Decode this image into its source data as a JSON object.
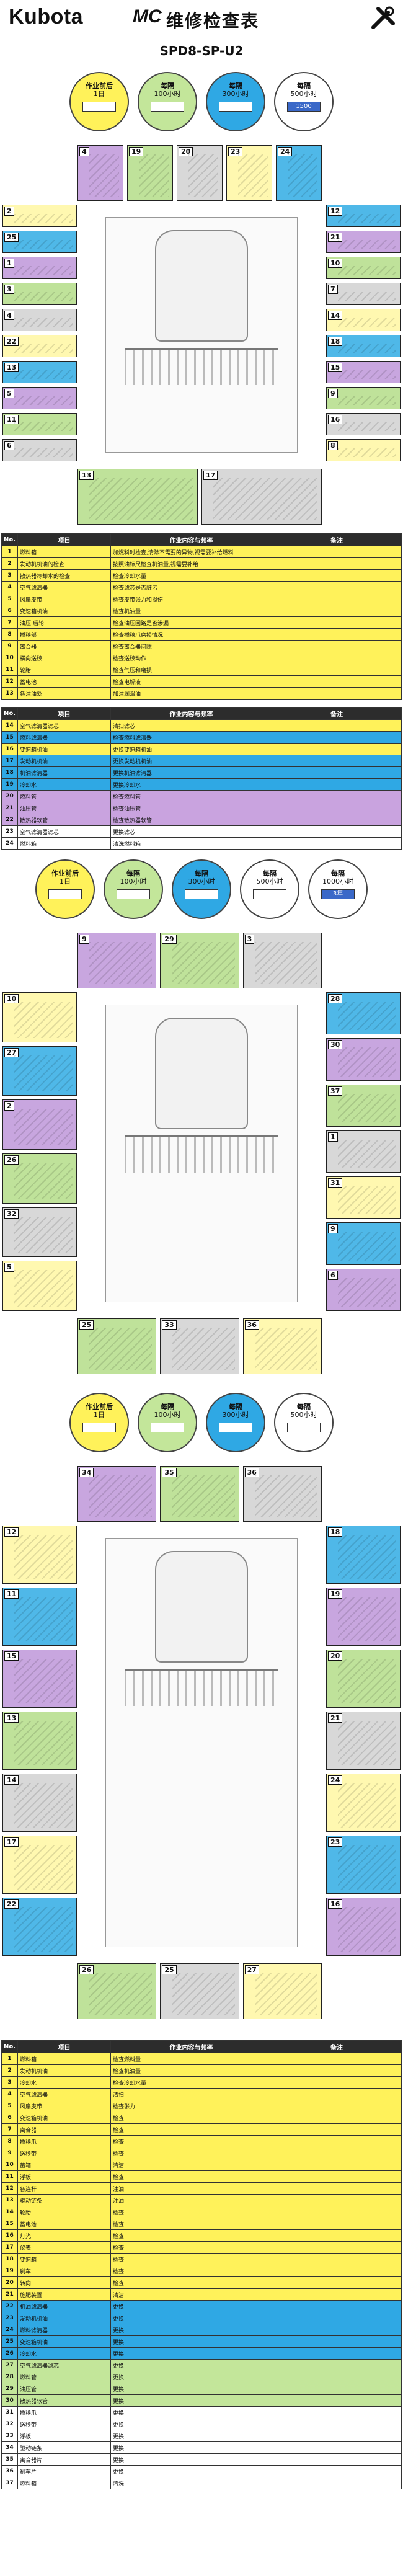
{
  "header": {
    "brand": "Kubota",
    "mark": "MC",
    "title": "维修检查表",
    "model": "SPD8-SP-U2"
  },
  "intervals": {
    "first": [
      {
        "top": "作业前后",
        "mid": "1日",
        "box": ""
      },
      {
        "top": "每隔",
        "mid": "100小时",
        "box": ""
      },
      {
        "top": "每隔",
        "mid": "300小时",
        "box": ""
      },
      {
        "top": "每隔",
        "mid": "500小时",
        "box": "1500"
      }
    ],
    "second": [
      {
        "top": "作业前后",
        "mid": "1日",
        "box": ""
      },
      {
        "top": "每隔",
        "mid": "100小时",
        "box": ""
      },
      {
        "top": "每隔",
        "mid": "300小时",
        "box": ""
      },
      {
        "top": "每隔",
        "mid": "500小时",
        "box": ""
      },
      {
        "top": "每隔",
        "mid": "1000小时",
        "box": "3年"
      }
    ],
    "third": [
      {
        "top": "作业前后",
        "mid": "1日",
        "box": ""
      },
      {
        "top": "每隔",
        "mid": "100小时",
        "box": ""
      },
      {
        "top": "每隔",
        "mid": "300小时",
        "box": ""
      },
      {
        "top": "每隔",
        "mid": "500小时",
        "box": ""
      }
    ]
  },
  "table_headers": [
    "No.",
    "项目",
    "作业内容与频率",
    "备注"
  ],
  "table1": [
    {
      "n": "1",
      "item": "燃料箱",
      "work": "加燃料时检查,清除不需要的异物,视需要补给燃料",
      "note": "",
      "c": "y"
    },
    {
      "n": "2",
      "item": "发动机机油的检查",
      "work": "按照油标尺检查机油量,视需要补给",
      "note": "",
      "c": "y"
    },
    {
      "n": "3",
      "item": "散热器冷却水的检查",
      "work": "检查冷却水量",
      "note": "",
      "c": "y"
    },
    {
      "n": "4",
      "item": "空气滤清器",
      "work": "检查滤芯是否脏污",
      "note": "",
      "c": "y"
    },
    {
      "n": "5",
      "item": "风扇皮带",
      "work": "检查皮带张力和损伤",
      "note": "",
      "c": "y"
    },
    {
      "n": "6",
      "item": "变速箱机油",
      "work": "检查机油量",
      "note": "",
      "c": "y"
    },
    {
      "n": "7",
      "item": "油压·后轮",
      "work": "检查油压回路是否渗漏",
      "note": "",
      "c": "y"
    },
    {
      "n": "8",
      "item": "插秧部",
      "work": "检查插秧爪磨损情况",
      "note": "",
      "c": "y"
    },
    {
      "n": "9",
      "item": "离合器",
      "work": "检查离合器间隙",
      "note": "",
      "c": "y"
    },
    {
      "n": "10",
      "item": "横向送秧",
      "work": "检查送秧动作",
      "note": "",
      "c": "y"
    },
    {
      "n": "11",
      "item": "轮胎",
      "work": "检查气压和磨损",
      "note": "",
      "c": "y"
    },
    {
      "n": "12",
      "item": "蓄电池",
      "work": "检查电解液",
      "note": "",
      "c": "y"
    },
    {
      "n": "13",
      "item": "各注油处",
      "work": "加注润滑油",
      "note": "",
      "c": "y"
    }
  ],
  "table2": [
    {
      "n": "14",
      "item": "空气滤清器滤芯",
      "work": "清扫滤芯",
      "note": "",
      "c": "y"
    },
    {
      "n": "15",
      "item": "燃料滤清器",
      "work": "检查燃料滤清器",
      "note": "",
      "c": "b"
    },
    {
      "n": "16",
      "item": "变速箱机油",
      "work": "更换变速箱机油",
      "note": "",
      "c": "y"
    },
    {
      "n": "17",
      "item": "发动机机油",
      "work": "更换发动机机油",
      "note": "",
      "c": "b"
    },
    {
      "n": "18",
      "item": "机油滤清器",
      "work": "更换机油滤清器",
      "note": "",
      "c": "b"
    },
    {
      "n": "19",
      "item": "冷却水",
      "work": "更换冷却水",
      "note": "",
      "c": "b"
    },
    {
      "n": "20",
      "item": "燃料管",
      "work": "检查燃料管",
      "note": "",
      "c": "p"
    },
    {
      "n": "21",
      "item": "油压管",
      "work": "检查油压管",
      "note": "",
      "c": "p"
    },
    {
      "n": "22",
      "item": "散热器软管",
      "work": "检查散热器软管",
      "note": "",
      "c": "p"
    },
    {
      "n": "23",
      "item": "空气滤清器滤芯",
      "work": "更换滤芯",
      "note": "",
      "c": "w2"
    },
    {
      "n": "24",
      "item": "燃料箱",
      "work": "清洗燃料箱",
      "note": "",
      "c": "w2"
    }
  ],
  "table3": [
    {
      "n": "1",
      "item": "燃料箱",
      "work": "检查燃料量",
      "note": "",
      "c": "y"
    },
    {
      "n": "2",
      "item": "发动机机油",
      "work": "检查机油量",
      "note": "",
      "c": "y"
    },
    {
      "n": "3",
      "item": "冷却水",
      "work": "检查冷却水量",
      "note": "",
      "c": "y"
    },
    {
      "n": "4",
      "item": "空气滤清器",
      "work": "清扫",
      "note": "",
      "c": "y"
    },
    {
      "n": "5",
      "item": "风扇皮带",
      "work": "检查张力",
      "note": "",
      "c": "y"
    },
    {
      "n": "6",
      "item": "变速箱机油",
      "work": "检查",
      "note": "",
      "c": "y"
    },
    {
      "n": "7",
      "item": "离合器",
      "work": "检查",
      "note": "",
      "c": "y"
    },
    {
      "n": "8",
      "item": "插秧爪",
      "work": "检查",
      "note": "",
      "c": "y"
    },
    {
      "n": "9",
      "item": "送秧带",
      "work": "检查",
      "note": "",
      "c": "y"
    },
    {
      "n": "10",
      "item": "苗箱",
      "work": "清洁",
      "note": "",
      "c": "y"
    },
    {
      "n": "11",
      "item": "浮板",
      "work": "检查",
      "note": "",
      "c": "y"
    },
    {
      "n": "12",
      "item": "各连杆",
      "work": "注油",
      "note": "",
      "c": "y"
    },
    {
      "n": "13",
      "item": "驱动链条",
      "work": "注油",
      "note": "",
      "c": "y"
    },
    {
      "n": "14",
      "item": "轮胎",
      "work": "检查",
      "note": "",
      "c": "y"
    },
    {
      "n": "15",
      "item": "蓄电池",
      "work": "检查",
      "note": "",
      "c": "y"
    },
    {
      "n": "16",
      "item": "灯光",
      "work": "检查",
      "note": "",
      "c": "y"
    },
    {
      "n": "17",
      "item": "仪表",
      "work": "检查",
      "note": "",
      "c": "y"
    },
    {
      "n": "18",
      "item": "变速箱",
      "work": "检查",
      "note": "",
      "c": "y"
    },
    {
      "n": "19",
      "item": "刹车",
      "work": "检查",
      "note": "",
      "c": "y"
    },
    {
      "n": "20",
      "item": "转向",
      "work": "检查",
      "note": "",
      "c": "y"
    },
    {
      "n": "21",
      "item": "施肥装置",
      "work": "清洁",
      "note": "",
      "c": "y"
    },
    {
      "n": "22",
      "item": "机油滤清器",
      "work": "更换",
      "note": "",
      "c": "b"
    },
    {
      "n": "23",
      "item": "发动机机油",
      "work": "更换",
      "note": "",
      "c": "b"
    },
    {
      "n": "24",
      "item": "燃料滤清器",
      "work": "更换",
      "note": "",
      "c": "b"
    },
    {
      "n": "25",
      "item": "变速箱机油",
      "work": "更换",
      "note": "",
      "c": "b"
    },
    {
      "n": "26",
      "item": "冷却水",
      "work": "更换",
      "note": "",
      "c": "b"
    },
    {
      "n": "27",
      "item": "空气滤清器滤芯",
      "work": "更换",
      "note": "",
      "c": "g"
    },
    {
      "n": "28",
      "item": "燃料管",
      "work": "更换",
      "note": "",
      "c": "g"
    },
    {
      "n": "29",
      "item": "油压管",
      "work": "更换",
      "note": "",
      "c": "g"
    },
    {
      "n": "30",
      "item": "散热器软管",
      "work": "更换",
      "note": "",
      "c": "g"
    },
    {
      "n": "31",
      "item": "插秧爪",
      "work": "更换",
      "note": "",
      "c": "w2"
    },
    {
      "n": "32",
      "item": "送秧带",
      "work": "更换",
      "note": "",
      "c": "w2"
    },
    {
      "n": "33",
      "item": "浮板",
      "work": "更换",
      "note": "",
      "c": "w2"
    },
    {
      "n": "34",
      "item": "驱动链条",
      "work": "更换",
      "note": "",
      "c": "w2"
    },
    {
      "n": "35",
      "item": "离合器片",
      "work": "更换",
      "note": "",
      "c": "w2"
    },
    {
      "n": "36",
      "item": "刹车片",
      "work": "更换",
      "note": "",
      "c": "w2"
    },
    {
      "n": "37",
      "item": "燃料箱",
      "work": "清洗",
      "note": "",
      "c": "w2"
    }
  ],
  "panels1": {
    "left": [
      "2",
      "25",
      "1",
      "3",
      "4",
      "22",
      "13",
      "5",
      "11",
      "6"
    ],
    "right": [
      "12",
      "21",
      "10",
      "7",
      "14",
      "18",
      "15",
      "9",
      "16",
      "8"
    ],
    "top": [
      "4",
      "19",
      "20",
      "23",
      "24"
    ],
    "bottom": [
      "13",
      "17"
    ]
  },
  "panels2": {
    "left": [
      "10",
      "27",
      "2",
      "26",
      "32",
      "5"
    ],
    "right": [
      "28",
      "30",
      "37",
      "1",
      "31",
      "9",
      "6"
    ],
    "top": [
      "9",
      "29",
      "3"
    ],
    "bottom": [
      "25",
      "33",
      "36"
    ]
  },
  "panels3": {
    "left": [
      "12",
      "11",
      "15",
      "13",
      "14",
      "17",
      "22"
    ],
    "right": [
      "18",
      "19",
      "20",
      "21",
      "24",
      "23",
      "16"
    ],
    "top": [
      "34",
      "35",
      "36"
    ],
    "bottom": [
      "26",
      "25",
      "27"
    ]
  },
  "colors": {
    "yellow": "#fff25a",
    "blue": "#2fa8e4",
    "purple": "#c9a3df",
    "green": "#c3e69a"
  }
}
